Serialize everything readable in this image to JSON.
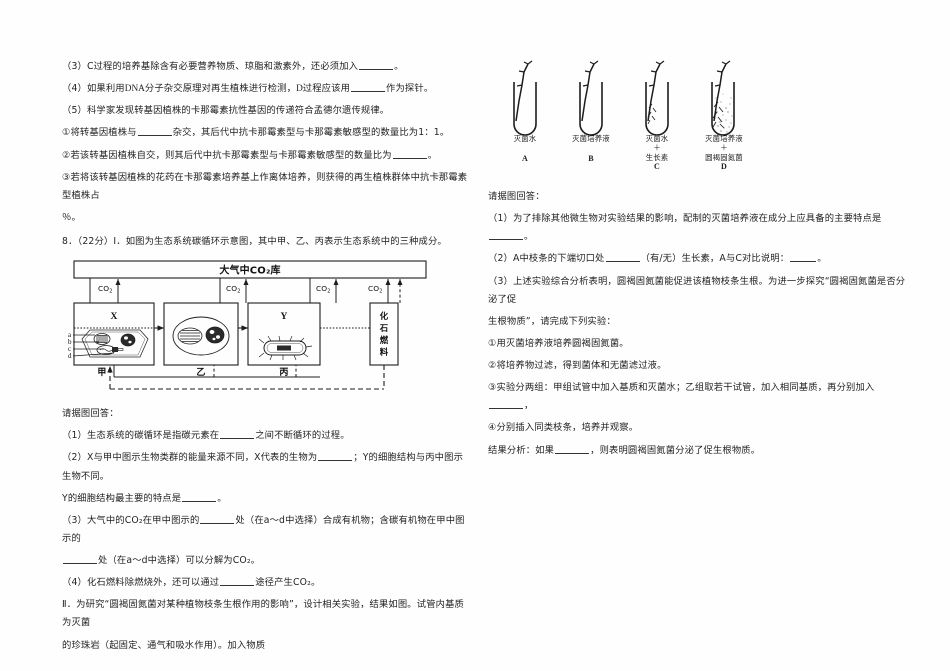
{
  "document": {
    "page_background": "#fefefe",
    "text_color": "#1f1f1f"
  },
  "left_column": {
    "q3": "（3）C过程的培养基除含有必要营养物质、琼脂和激素外，还必须加入",
    "q3_tail": "。",
    "q4_a": "（4）如果利用",
    "q4_en": "DNA",
    "q4_b": "分子杂交原理对再生植株进行检测，",
    "q4_en2": "D",
    "q4_c": "过程应该用",
    "q4_tail": "作为探针。",
    "q5": "（5）科学家发现转基因植株的卡那霉素抗性基因的传递符合孟德尔遗传规律。",
    "q5_1a": "①将转基因植株与",
    "q5_1b": "杂交，其后代中抗卡那霉素型与卡那霉素敏感型的数量比为1：1。",
    "q5_2a": "②若该转基因植株自交，则其后代中抗卡那霉素型与卡那霉素敏感型的数量比为",
    "q5_2b": "。",
    "q5_3a": "③若将该转基因植株的花药在卡那霉素培养基上作离体培养，则获得的再生植株群体中抗卡那霉素型植株占",
    "q5_3b": "％。",
    "q8_num": "8．",
    "q8_score": "（22分）",
    "q8_part": "Ⅰ．",
    "q8_text": "如图为生态系统碳循环示意图，其中甲、乙、丙表示生态系统中的三种成分。",
    "prompt": "请据图回答：",
    "p1": "（1）生态系统的碳循环是指碳元素在",
    "p1_tail": "之间不断循环的过程。",
    "p2a": "（2）X与甲中图示生物类群的能量来源不同，X代表的生物为",
    "p2b": "；Y的细胞结构与丙中图示生物不同。",
    "p2c": "Y的细胞结构最主要的特点是",
    "p2d": "。",
    "p3a": "（3）大气中的CO₂在甲中图示的",
    "p3b": "处（在a～d中选择）合成有机物；含碳有机物在甲中图示的",
    "p3c": "处（在a～d中选择）可以分解为CO₂。",
    "p4": "（4）化石燃料除燃烧外，还可以通过",
    "p4_tail": "途径产生CO₂。",
    "part2_a": "Ⅱ．为研究“圆褐固氮菌对某种植物枝条生根作用的影响”，设计相关实验，结果如图。试管内基质为灭菌",
    "part2_b": "的珍珠岩（起固定、通气和吸水作用）。加入物质"
  },
  "carbon_figure": {
    "atmosphere_label": "大气中CO₂库",
    "co2_labels": [
      "CO₂",
      "CO₂",
      "CO₂",
      "CO₂"
    ],
    "box_x_label": "X",
    "box_y_label": "Y",
    "fossil_label_chars": [
      "化",
      "石",
      "燃",
      "料"
    ],
    "component_labels": [
      "甲",
      "乙",
      "丙"
    ],
    "site_labels": [
      "a",
      "b",
      "c",
      "d"
    ]
  },
  "tubes_figure": {
    "tubes": [
      {
        "id": "A",
        "caption_lines": [
          "灭菌水"
        ],
        "has_liquid": false
      },
      {
        "id": "B",
        "caption_lines": [
          "灭菌培养液"
        ],
        "has_liquid": false
      },
      {
        "id": "C",
        "caption_lines": [
          "灭菌水",
          "＋",
          "生长素"
        ],
        "has_liquid": false
      },
      {
        "id": "D",
        "caption_lines": [
          "灭菌培养液",
          "＋",
          "圆褐固氮菌"
        ],
        "has_liquid": true
      }
    ]
  },
  "right_column": {
    "prompt": "请据图回答：",
    "r1a": "（1）为了排除其他微生物对实验结果的影响，配制的灭菌培养液在成分上应具备的主要特点是",
    "r1b": "。",
    "r2a": "（2）A中枝条的下端切口处",
    "r2b": "（有/无）生长素，A与C对比说明：",
    "r2c": "。",
    "r3a": "（3）上述实验综合分析表明，圆褐固氮菌能促进该植物枝条生根。为进一步探究“圆褐固氮菌是否分泌了促",
    "r3b": "生根物质”，请完成下列实验：",
    "s1": "①用灭菌培养液培养圆褐固氮菌。",
    "s2": "②将培养物过滤，得到菌体和无菌滤过液。",
    "s3a": "③实验分两组：甲组试管中加入基质和灭菌水；乙组取若干试管，加入相同基质，再分别加入",
    "s3b": "，",
    "s4": "④分别插入同类枝条，培养并观察。",
    "res_a": "结果分析：如果",
    "res_b": "，则表明圆褐固氮菌分泌了促生根物质。"
  }
}
